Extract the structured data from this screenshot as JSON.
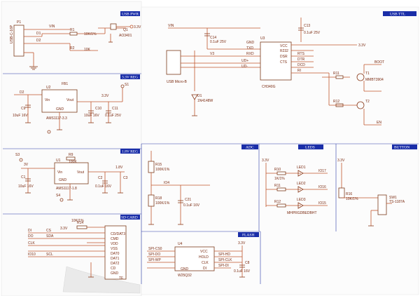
{
  "panels": {
    "usb_power": "USB PWR",
    "usb_ttl": "USB TTL",
    "regulator_3v3": "3.3V REG",
    "regulator_1v8": "1.8V REG",
    "sd_card": "SD CARD",
    "adc": "ADC",
    "leds": "LEDS",
    "button": "BUTTON",
    "flash": "FLASH"
  },
  "usb_power_labels": [
    "P1",
    "VIN",
    "D1",
    "10K/1%",
    "D2",
    "Q1",
    "AO3401",
    "3.3V",
    "R1",
    "10K",
    "R2",
    "USB-C-16P"
  ],
  "usb_ttl_labels": [
    "C14",
    "0.1uF 25V",
    "U3",
    "CH340G",
    "USB Micro-B",
    "D1",
    "1N4148W",
    "VIN",
    "GND",
    "TXD",
    "RXD",
    "V3",
    "UD+",
    "UD-",
    "VCC",
    "R232",
    "RTS",
    "DTR",
    "DCD",
    "RI",
    "DSR",
    "CTS",
    "C13",
    "0.1uF 25V",
    "3.3V",
    "R11",
    "R12",
    "T1",
    "T2",
    "MMBT3904",
    "BOOT",
    "EN"
  ],
  "regulator_3v3_labels": [
    "D2",
    "C9",
    "10uF 16V",
    "U2",
    "AMS1117-3.3",
    "Vin",
    "Vout",
    "GND",
    "C10",
    "10uF 16V",
    "C11",
    "0.1uF 25V",
    "3.3V",
    "S1",
    "FB1"
  ],
  "regulator_1v8_labels": [
    "S3",
    "3V",
    "C1",
    "10uF 16V",
    "U1",
    "AMS1117-1.8",
    "Vin",
    "Vout",
    "GND",
    "R9",
    "100K",
    "C2",
    "0.1uF 16V",
    "C3",
    "1.8V",
    "S4"
  ],
  "sd_card_labels": [
    "R14",
    "10K/1%",
    "DI",
    "DO",
    "CLK",
    "CS",
    "SDA",
    "SCL",
    "IO10",
    "3.3V",
    "CD/DAT3",
    "CMD",
    "VDD",
    "VSS",
    "DAT0",
    "DAT1",
    "DAT2",
    "CD",
    "GND",
    "TF"
  ],
  "adc_labels": [
    "R15",
    "100K/1%",
    "R18",
    "100K/1%",
    "IO4",
    "C21",
    "0.1uF 16V"
  ],
  "leds_labels": [
    "3.3V",
    "R10",
    "1K/1%",
    "R11",
    "R12",
    "LED1",
    "LED2",
    "LED3",
    "IO17",
    "IO16",
    "IO15",
    "MHPRGDBEDBHT"
  ],
  "button_labels": [
    "3.3V",
    "R16",
    "10K/1%",
    "SW1",
    "TS-1187A"
  ],
  "flash_labels": [
    "U4",
    "SPI-CS0",
    "SPI-DO",
    "SPI-WP",
    "GND",
    "VCC",
    "HOLD",
    "CLK",
    "DI",
    "W25Q32",
    "SPI-HD",
    "SPI-CLK",
    "SPI-DI",
    "3.3V",
    "C8",
    "0.1uF 16V"
  ],
  "colors": {
    "wire": "#c0562c",
    "panel_title": "#1a2ea8",
    "background": "#ffffff"
  }
}
